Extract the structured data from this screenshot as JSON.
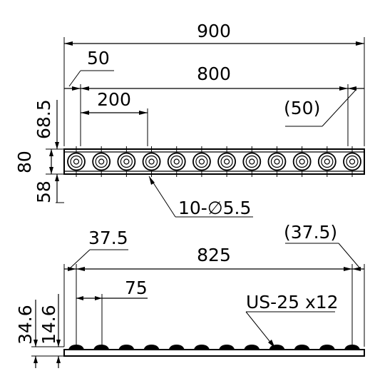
{
  "top_view": {
    "overall_length": "900",
    "end_offset": "50",
    "hole_span": "800",
    "hole_pitch": "200",
    "end_offset_right": "(50)",
    "height_top": "68.5",
    "width": "80",
    "height_bottom": "58",
    "hole_callout": "10-∅5.5",
    "roller_count": 12
  },
  "side_view": {
    "end_offset_left": "37.5",
    "end_offset_right": "(37.5)",
    "roller_span": "825",
    "roller_pitch": "75",
    "height_total": "34.6",
    "height_base": "14.6",
    "roller_callout": "US-25 x12"
  }
}
